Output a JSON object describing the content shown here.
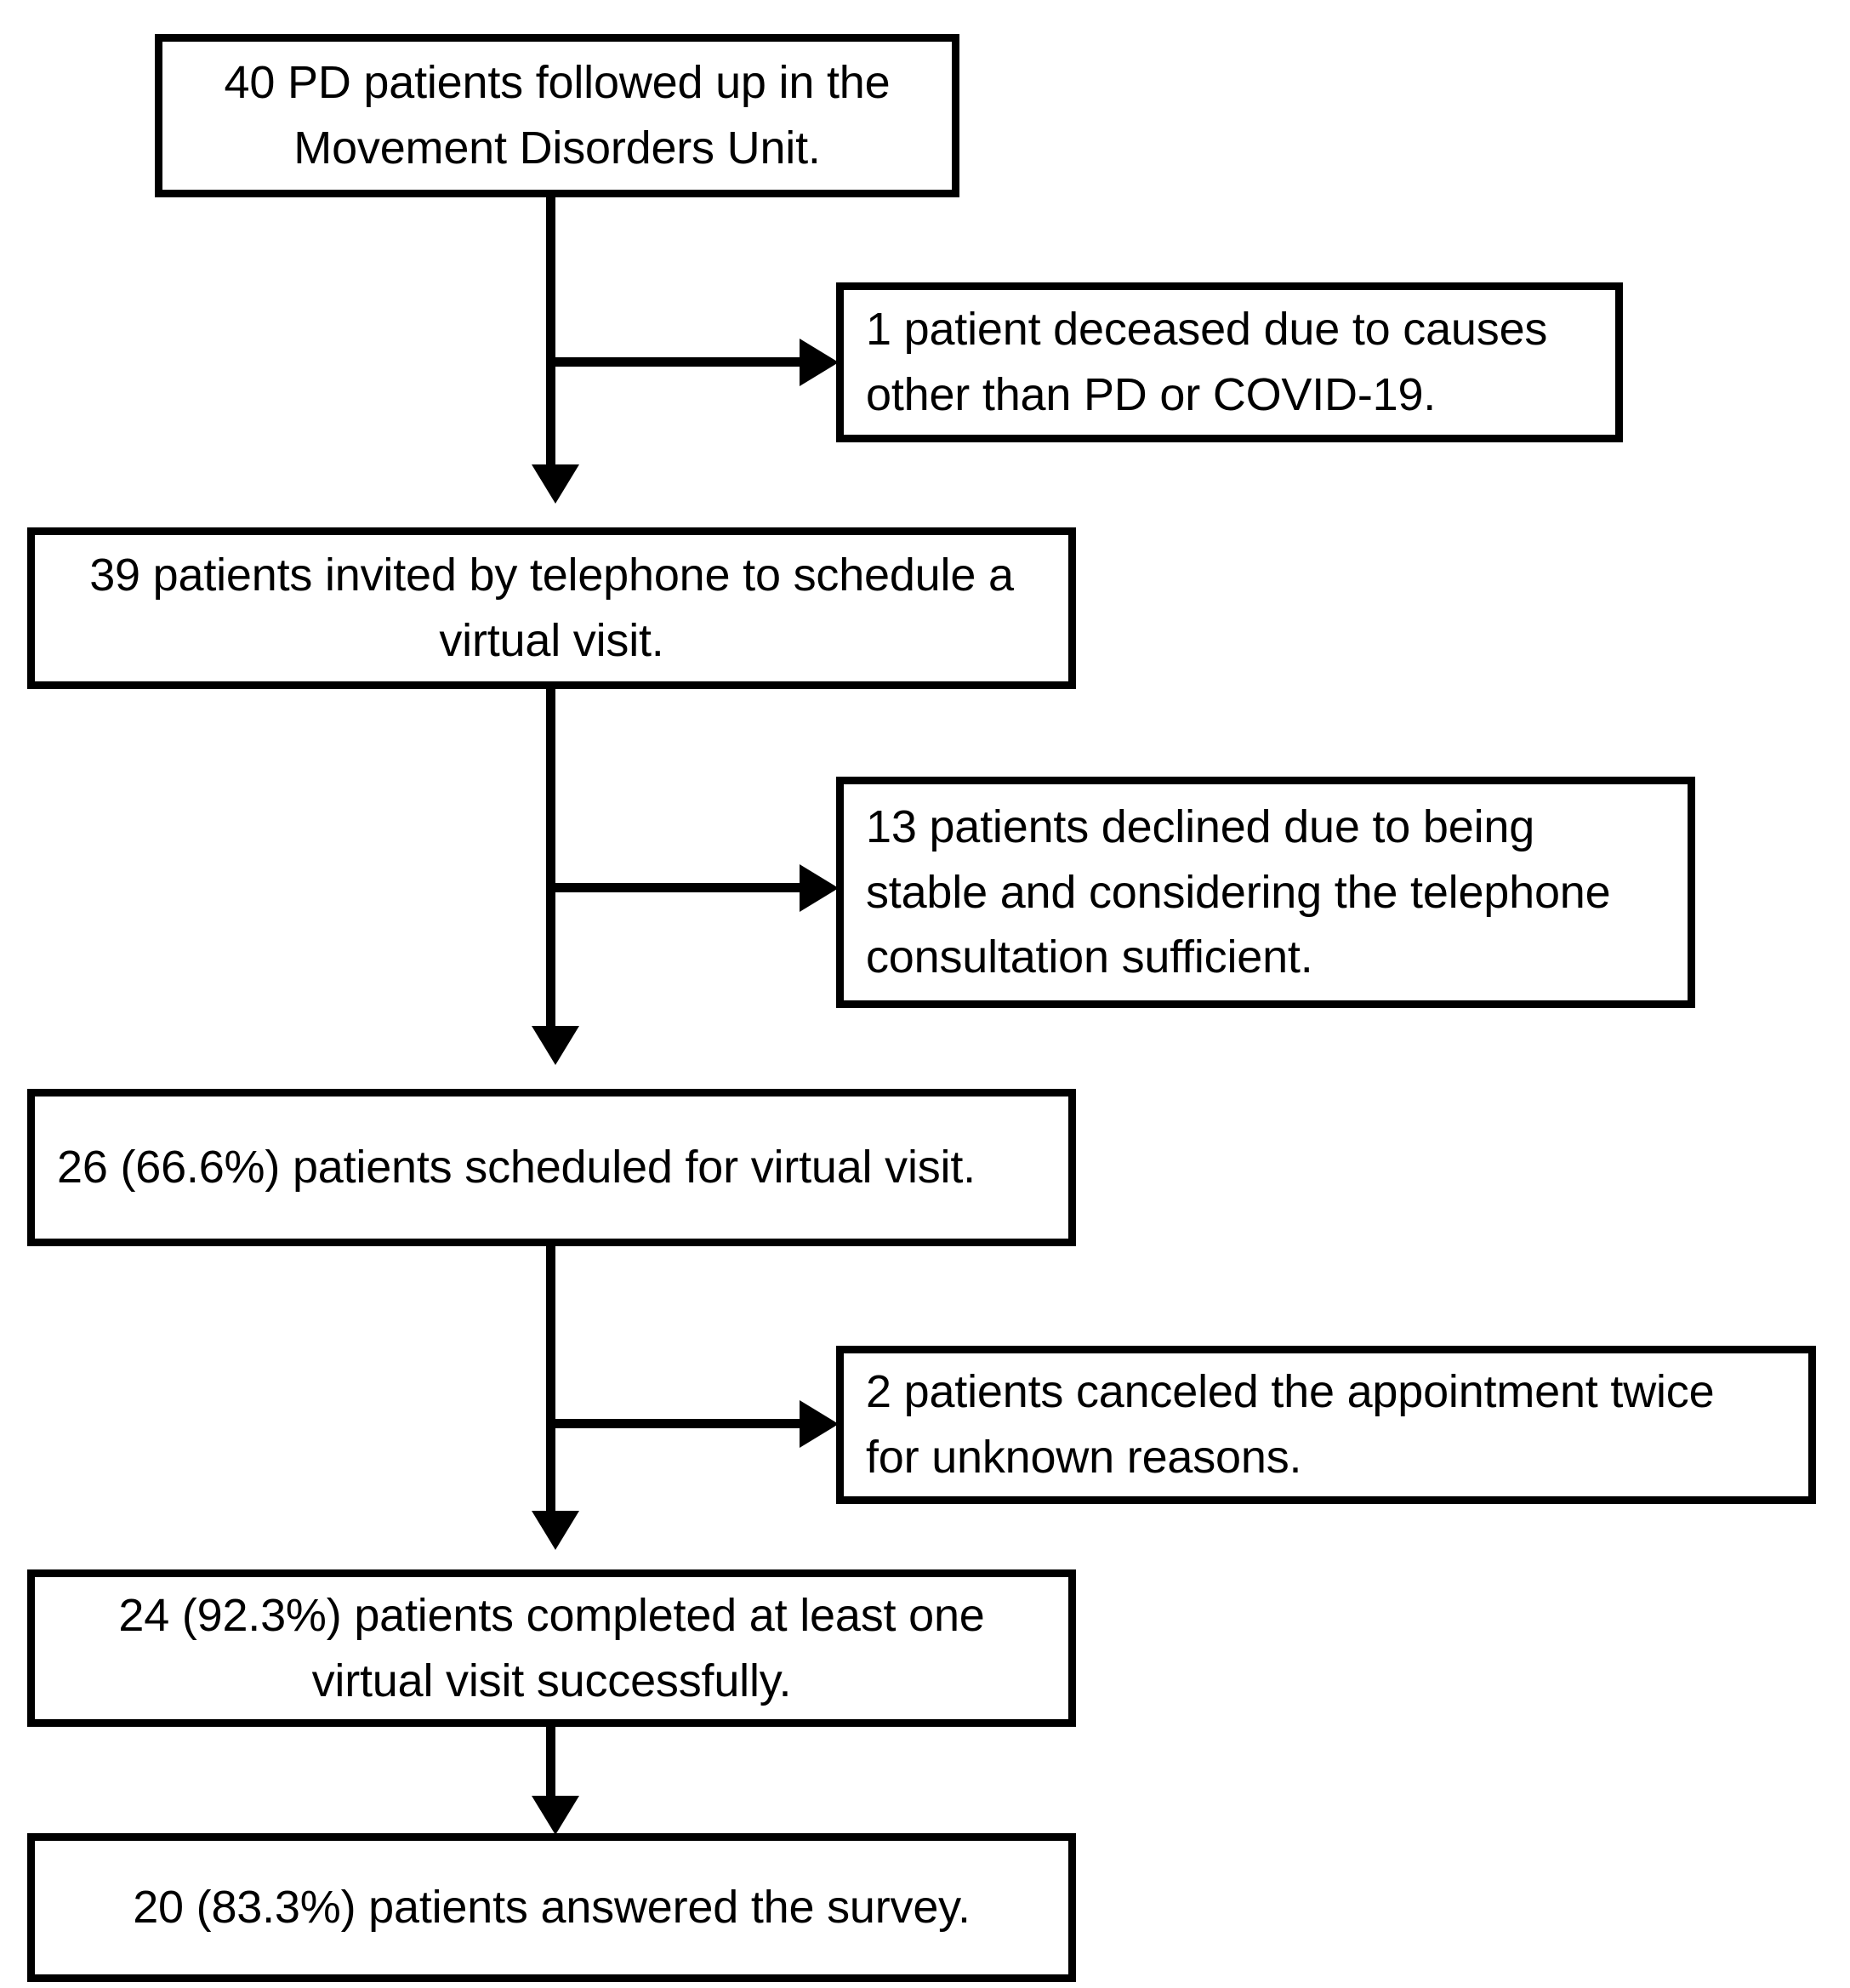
{
  "diagram": {
    "type": "flowchart",
    "title": "PD patient virtual visit participation flow",
    "orientation": "top-to-bottom with right-side exclusion branches",
    "colors": {
      "stroke": "#000000",
      "fill": "#ffffff",
      "text": "#000000"
    },
    "nodes": [
      {
        "id": "n1",
        "kind": "main",
        "text": "40 PD patients followed up in the\nMovement Disorders Unit.",
        "count": 40
      },
      {
        "id": "n2",
        "kind": "exclusion",
        "text": "1 patient deceased due to causes\nother than PD or COVID-19.",
        "count": 1
      },
      {
        "id": "n3",
        "kind": "main",
        "text": "39 patients invited by telephone to schedule a\nvirtual visit.",
        "count": 39
      },
      {
        "id": "n4",
        "kind": "exclusion",
        "text": "13 patients declined due to being\nstable and considering the telephone\nconsultation sufficient.",
        "count": 13
      },
      {
        "id": "n5",
        "kind": "main",
        "text": "26 (66.6%) patients scheduled for virtual visit.",
        "count": 26,
        "percent": "66.6%"
      },
      {
        "id": "n6",
        "kind": "exclusion",
        "text": "2 patients canceled the appointment twice\nfor unknown reasons.",
        "count": 2
      },
      {
        "id": "n7",
        "kind": "main",
        "text": "24 (92.3%) patients completed at least one\nvirtual visit successfully.",
        "count": 24,
        "percent": "92.3%"
      },
      {
        "id": "n8",
        "kind": "main",
        "text": "20 (83.3%) patients answered the survey.",
        "count": 20,
        "percent": "83.3%"
      }
    ],
    "edges": [
      {
        "from": "n1",
        "to": "n2",
        "direction": "right"
      },
      {
        "from": "n1",
        "to": "n3",
        "direction": "down"
      },
      {
        "from": "n3",
        "to": "n4",
        "direction": "right"
      },
      {
        "from": "n3",
        "to": "n5",
        "direction": "down"
      },
      {
        "from": "n5",
        "to": "n6",
        "direction": "right"
      },
      {
        "from": "n5",
        "to": "n7",
        "direction": "down"
      },
      {
        "from": "n7",
        "to": "n8",
        "direction": "down"
      }
    ]
  }
}
